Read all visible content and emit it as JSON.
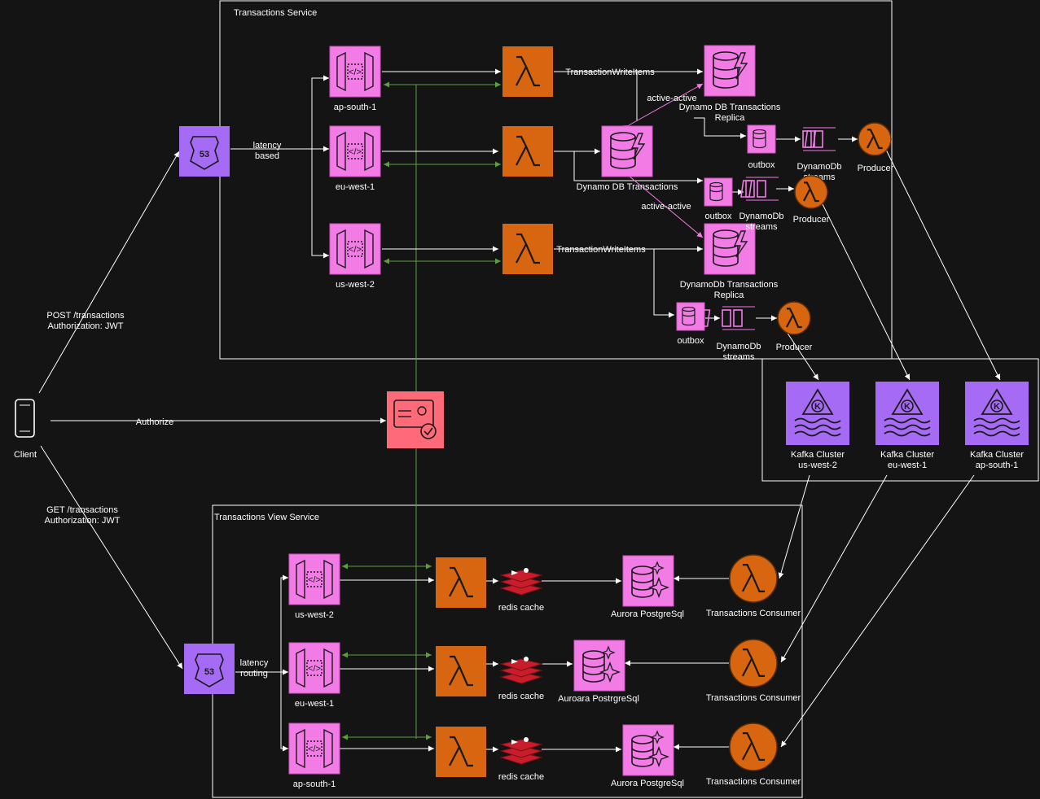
{
  "groups": {
    "transactions_service": "Transactions Service",
    "transactions_view_service": "Transactions View Service"
  },
  "client": {
    "label": "Client"
  },
  "edges": {
    "post": "POST /transactions\nAuthorization: JWT",
    "authorize": "Authorize",
    "get": "GET /transactions\nAuthorization: JWT",
    "latency_based": "latency\nbased",
    "latency_routing": "latency\nrouting",
    "write_items_1": "TransactionWriteItems",
    "write_items_2": "TransactionWriteItems",
    "active_1": "active-active",
    "active_2": "active-active"
  },
  "write_gateways": [
    "ap-south-1",
    "eu-west-1",
    "us-west-2"
  ],
  "dynamo": {
    "replica_top": "Dynamo DB Transactions\nReplica",
    "main": "Dynamo DB Transactions",
    "replica_bottom": "DynamoDb Transactions\nReplica"
  },
  "outbox": [
    "outbox",
    "outbox",
    "outbox"
  ],
  "streams": [
    "DynamoDb\nstreams",
    "DynamoDb\nstreams",
    "DynamoDb\nstreams"
  ],
  "producers": [
    "Producer",
    "Producer",
    "Producer"
  ],
  "kafka": [
    "Kafka Cluster\nus-west-2",
    "Kafka Cluster\neu-west-1",
    "Kafka Cluster\nap-south-1"
  ],
  "read_gateways": [
    "us-west-2",
    "eu-west-1",
    "ap-south-1"
  ],
  "caches": [
    "redis cache",
    "redis cache",
    "redis cache"
  ],
  "aurora": [
    "Aurora PostgreSql",
    "Auroara PostrgreSql",
    "Aurora PostgreSql"
  ],
  "consumers": [
    "Transactions Consumer",
    "Transactions Consumer",
    "Transactions Consumer"
  ],
  "colors": {
    "background": "#141414",
    "gateway": "#f27be6",
    "lambda": "#d8650f",
    "kafka": "#a66bf5",
    "route53": "#a66bf5",
    "authorizer": "#ff6a78",
    "auth_link": "#5c9e3e"
  }
}
